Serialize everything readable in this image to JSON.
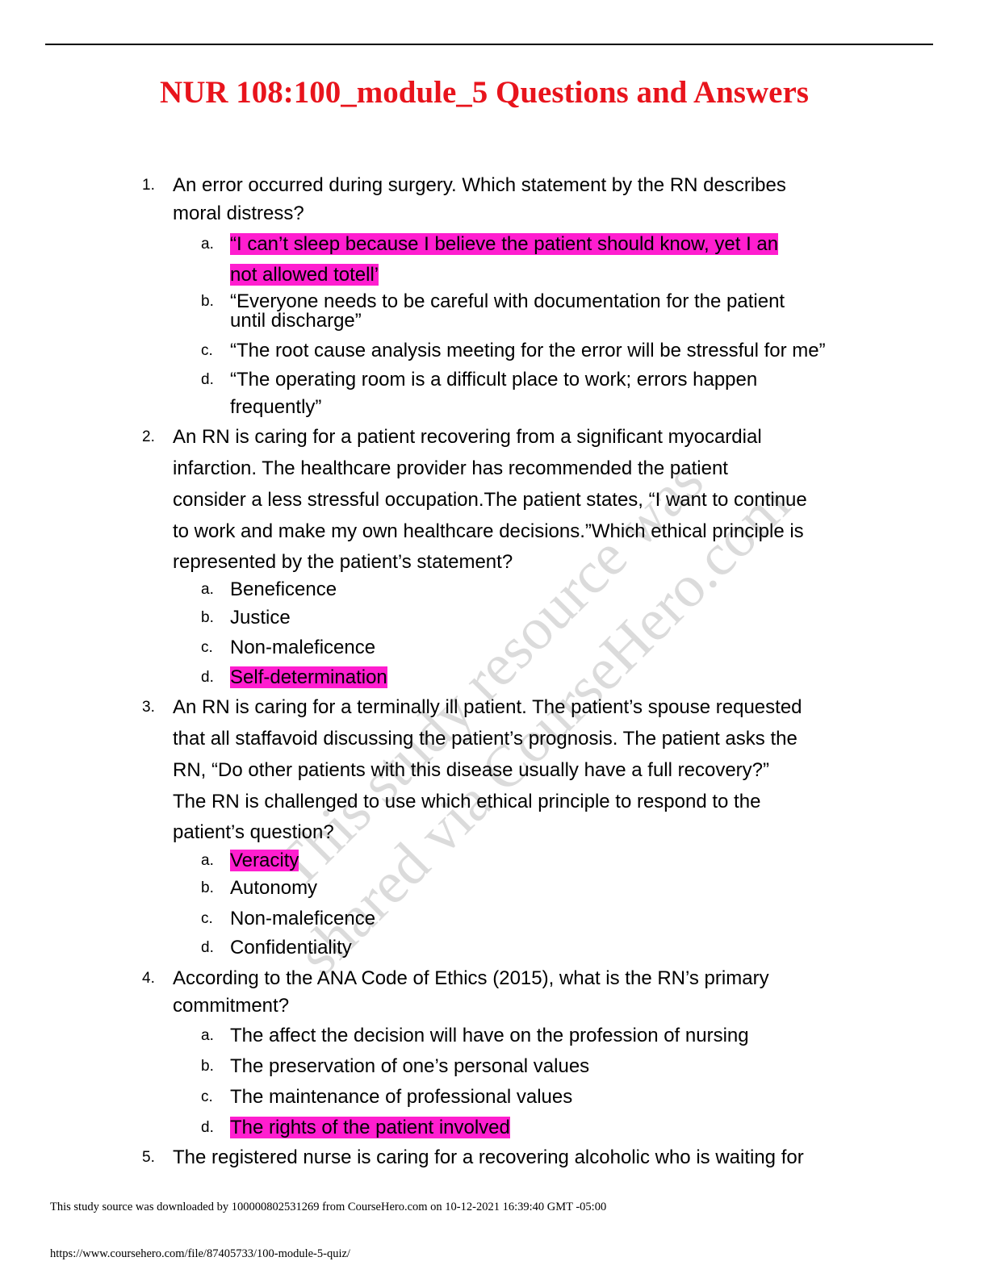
{
  "title": "NUR 108:100_module_5 Questions and Answers",
  "watermark": {
    "line1": "This study resource was",
    "line2": "shared via CourseHero.com"
  },
  "q1": {
    "num": "1.",
    "l1": "An error occurred during surgery. Which statement by the RN describes",
    "l2": "moral distress?",
    "a": {
      "label": "a.",
      "l1": "“I can’t sleep because I believe the patient should know, yet I an",
      "l2": "not allowed totell’"
    },
    "b": {
      "label": "b.",
      "l1": "“Everyone needs to be careful with documentation for the patient",
      "l2": "until discharge”"
    },
    "c": {
      "label": "c.",
      "l1": "“The root cause analysis meeting for the error will be stressful for me”"
    },
    "d": {
      "label": "d.",
      "l1": "“The operating room is a difficult place to work; errors happen",
      "l2": "frequently”"
    }
  },
  "q2": {
    "num": "2.",
    "l1": "An RN is caring for a patient recovering from a significant myocardial",
    "l2": "infarction. The healthcare provider has recommended the patient",
    "l3": "consider a less stressful occupation.The patient states, “I want to continue",
    "l4": "to work and make my own healthcare decisions.”Which ethical principle is",
    "l5": "represented by the patient’s statement?",
    "a": {
      "label": "a.",
      "text": "Beneficence"
    },
    "b": {
      "label": "b.",
      "text": "Justice"
    },
    "c": {
      "label": "c.",
      "text": "Non-maleficence"
    },
    "d": {
      "label": "d.",
      "text": "Self-determination"
    }
  },
  "q3": {
    "num": "3.",
    "l1": "An RN is caring for a terminally ill patient. The patient’s spouse requested",
    "l2": "that all staffavoid discussing the patient’s prognosis. The patient asks the",
    "l3": "RN, “Do other patients with this disease usually have a full recovery?”",
    "l4": "The RN is challenged to use which ethical principle to respond to the",
    "l5": "patient’s question?",
    "a": {
      "label": "a.",
      "text": "Veracity"
    },
    "b": {
      "label": "b.",
      "text": "Autonomy"
    },
    "c": {
      "label": "c.",
      "text": "Non-maleficence"
    },
    "d": {
      "label": "d.",
      "text": "Confidentiality"
    }
  },
  "q4": {
    "num": "4.",
    "l1": "According to the ANA Code of Ethics (2015), what is the RN’s primary",
    "l2": "commitment?",
    "a": {
      "label": "a.",
      "text": "The affect the decision will have on the profession of nursing"
    },
    "b": {
      "label": "b.",
      "text": "The preservation of one’s personal values"
    },
    "c": {
      "label": "c.",
      "text": "The maintenance of professional values"
    },
    "d": {
      "label": "d.",
      "text": "The rights of the patient involved"
    }
  },
  "q5": {
    "num": "5.",
    "l1": "The registered nurse is caring for a recovering alcoholic who is waiting for"
  },
  "footer": {
    "download_line": "This study source was downloaded by 100000802531269 from CourseHero.com on 10-12-2021 16:39:40 GMT -05:00",
    "url": "https://www.coursehero.com/file/87405733/100-module-5-quiz/"
  },
  "colors": {
    "title": "#e8141c",
    "highlight": "#ff1ecf"
  }
}
